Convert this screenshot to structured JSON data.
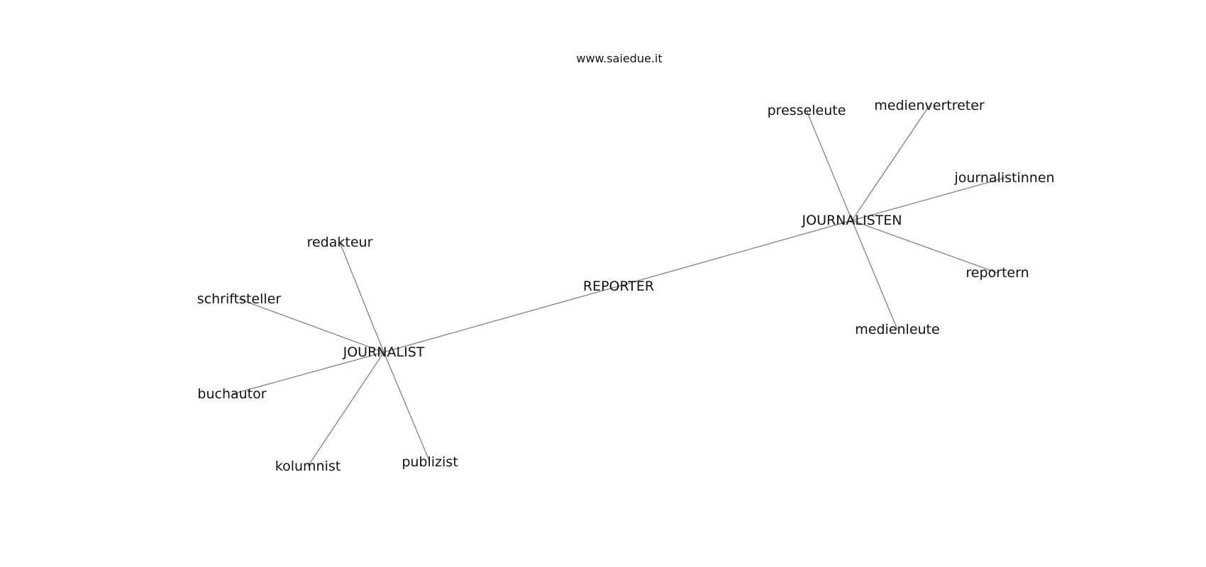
{
  "watermark": "www.saiedue.it",
  "nodes": [
    {
      "id": "REPORTER",
      "label": "REPORTER"
    },
    {
      "id": "JOURNALIST",
      "label": "JOURNALIST"
    },
    {
      "id": "JOURNALISTEN",
      "label": "JOURNALISTEN"
    },
    {
      "id": "redakteur",
      "label": "redakteur"
    },
    {
      "id": "schriftsteller",
      "label": "schriftsteller"
    },
    {
      "id": "buchautor",
      "label": "buchautor"
    },
    {
      "id": "kolumnist",
      "label": "kolumnist"
    },
    {
      "id": "publizist",
      "label": "publizist"
    },
    {
      "id": "presseleute",
      "label": "presseleute"
    },
    {
      "id": "medienvertreter",
      "label": "medienvertreter"
    },
    {
      "id": "journalistinnen",
      "label": "journalistinnen"
    },
    {
      "id": "reportern",
      "label": "reportern"
    },
    {
      "id": "medienleute",
      "label": "medienleute"
    }
  ],
  "edges": [
    {
      "source": "JOURNALIST",
      "target": "JOURNALISTEN"
    },
    {
      "source": "JOURNALIST",
      "target": "redakteur"
    },
    {
      "source": "JOURNALIST",
      "target": "schriftsteller"
    },
    {
      "source": "JOURNALIST",
      "target": "buchautor"
    },
    {
      "source": "JOURNALIST",
      "target": "kolumnist"
    },
    {
      "source": "JOURNALIST",
      "target": "publizist"
    },
    {
      "source": "JOURNALISTEN",
      "target": "presseleute"
    },
    {
      "source": "JOURNALISTEN",
      "target": "medienvertreter"
    },
    {
      "source": "JOURNALISTEN",
      "target": "journalistinnen"
    },
    {
      "source": "JOURNALISTEN",
      "target": "reportern"
    },
    {
      "source": "JOURNALISTEN",
      "target": "medienleute"
    }
  ]
}
